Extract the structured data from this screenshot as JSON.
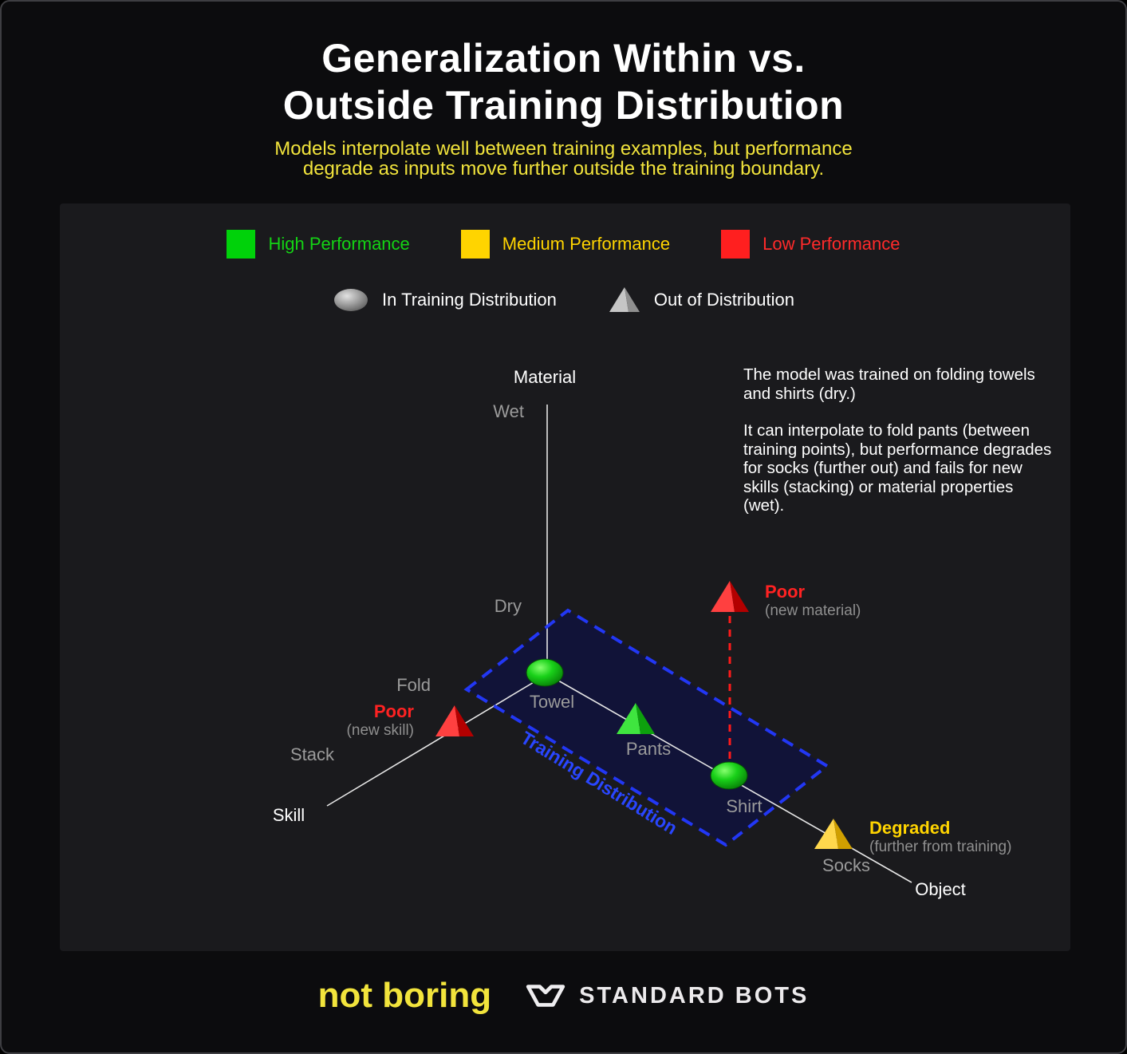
{
  "title": {
    "line1": "Generalization Within vs.",
    "line2": "Outside Training Distribution"
  },
  "subtitle": {
    "line1": "Models interpolate well between training examples, but performance",
    "line2": "degrade as inputs move further outside the training boundary."
  },
  "legend": {
    "performance": [
      {
        "label": "High Performance",
        "color": "#00d20a"
      },
      {
        "label": "Medium Performance",
        "color": "#ffd400"
      },
      {
        "label": "Low Performance",
        "color": "#ff1f1f"
      }
    ],
    "distribution": [
      {
        "label": "In Training Distribution",
        "icon": "ellipse-marker"
      },
      {
        "label": "Out of Distribution",
        "icon": "pyramid-marker"
      }
    ]
  },
  "annotation": {
    "para1": "The model was trained on folding towels and shirts (dry.)",
    "para2": "It can interpolate to fold pants (between training points), but performance degrades for socks (further out) and fails for new skills (stacking) or material properties (wet)."
  },
  "diagram": {
    "axes": {
      "material": {
        "label": "Material",
        "ticks": [
          "Wet",
          "Dry"
        ]
      },
      "skill": {
        "label": "Skill",
        "ticks": [
          "Fold",
          "Stack"
        ]
      },
      "object": {
        "label": "Object"
      }
    },
    "region_label": "Training Distribution",
    "points": {
      "towel": {
        "label": "Towel",
        "marker": "ellipse",
        "performance": "high"
      },
      "pants": {
        "label": "Pants",
        "marker": "pyramid",
        "performance": "high"
      },
      "shirt": {
        "label": "Shirt",
        "marker": "ellipse",
        "performance": "high"
      },
      "socks": {
        "label": "Socks",
        "marker": "pyramid",
        "performance": "medium"
      },
      "new_skill": {
        "marker": "pyramid",
        "performance": "low"
      },
      "new_material": {
        "marker": "pyramid",
        "performance": "low"
      }
    },
    "callouts": {
      "new_skill": {
        "title": "Poor",
        "note": "(new skill)"
      },
      "new_material": {
        "title": "Poor",
        "note": "(new material)"
      },
      "socks": {
        "title": "Degraded",
        "note": "(further from training)"
      }
    }
  },
  "footer": {
    "tagline": "not boring",
    "brand": "STANDARD BOTS"
  },
  "colors": {
    "high": "#00d20a",
    "medium": "#ffd400",
    "low": "#ff1f1f",
    "region_border": "#2237f5",
    "region_fill": "#0f1140",
    "subtitle_yellow": "#f2e43c",
    "background": "#0c0c0e",
    "panel": "#1a1a1d"
  }
}
